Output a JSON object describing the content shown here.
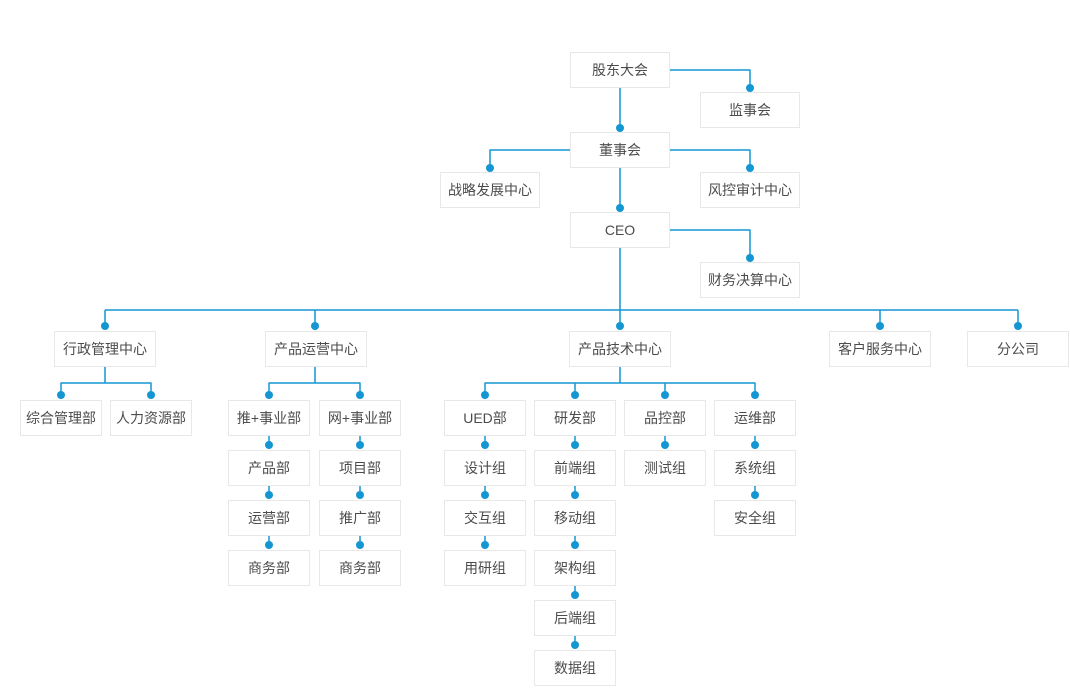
{
  "diagram": {
    "type": "org-chart",
    "accent_color": "#1496d2",
    "box_border_color": "#e8e8e8",
    "text_color": "#4c4c4c",
    "background_color": "#ffffff",
    "nodes": {
      "shareholders_meeting": "股东大会",
      "supervisory_board": "监事会",
      "board_of_directors": "董事会",
      "strategy_center": "战略发展中心",
      "risk_audit_center": "风控审计中心",
      "ceo": "CEO",
      "finance_center": "财务决算中心",
      "admin_center": "行政管理中心",
      "product_ops_center": "产品运营中心",
      "product_tech_center": "产品技术中心",
      "customer_service_center": "客户服务中心",
      "branch_company": "分公司",
      "general_mgmt_dept": "综合管理部",
      "hr_dept": "人力资源部",
      "tui_division": "推+事业部",
      "wang_division": "网+事业部",
      "product_dept": "产品部",
      "operations_dept": "运营部",
      "business_dept_1": "商务部",
      "project_dept": "项目部",
      "promotion_dept": "推广部",
      "business_dept_2": "商务部",
      "ued_dept": "UED部",
      "rd_dept": "研发部",
      "qc_dept": "品控部",
      "devops_dept": "运维部",
      "design_group": "设计组",
      "interaction_group": "交互组",
      "user_research_group": "用研组",
      "frontend_group": "前端组",
      "mobile_group": "移动组",
      "architecture_group": "架构组",
      "backend_group": "后端组",
      "data_group": "数据组",
      "test_group": "测试组",
      "system_group": "系统组",
      "security_group": "安全组"
    },
    "edges": [
      [
        "shareholders_meeting",
        "supervisory_board"
      ],
      [
        "shareholders_meeting",
        "board_of_directors"
      ],
      [
        "board_of_directors",
        "strategy_center"
      ],
      [
        "board_of_directors",
        "risk_audit_center"
      ],
      [
        "board_of_directors",
        "ceo"
      ],
      [
        "ceo",
        "finance_center"
      ],
      [
        "ceo",
        "admin_center"
      ],
      [
        "ceo",
        "product_ops_center"
      ],
      [
        "ceo",
        "product_tech_center"
      ],
      [
        "ceo",
        "customer_service_center"
      ],
      [
        "ceo",
        "branch_company"
      ],
      [
        "admin_center",
        "general_mgmt_dept"
      ],
      [
        "admin_center",
        "hr_dept"
      ],
      [
        "product_ops_center",
        "tui_division"
      ],
      [
        "product_ops_center",
        "wang_division"
      ],
      [
        "tui_division",
        "product_dept"
      ],
      [
        "product_dept",
        "operations_dept"
      ],
      [
        "operations_dept",
        "business_dept_1"
      ],
      [
        "wang_division",
        "project_dept"
      ],
      [
        "project_dept",
        "promotion_dept"
      ],
      [
        "promotion_dept",
        "business_dept_2"
      ],
      [
        "product_tech_center",
        "ued_dept"
      ],
      [
        "product_tech_center",
        "rd_dept"
      ],
      [
        "product_tech_center",
        "qc_dept"
      ],
      [
        "product_tech_center",
        "devops_dept"
      ],
      [
        "ued_dept",
        "design_group"
      ],
      [
        "design_group",
        "interaction_group"
      ],
      [
        "interaction_group",
        "user_research_group"
      ],
      [
        "rd_dept",
        "frontend_group"
      ],
      [
        "frontend_group",
        "mobile_group"
      ],
      [
        "mobile_group",
        "architecture_group"
      ],
      [
        "architecture_group",
        "backend_group"
      ],
      [
        "backend_group",
        "data_group"
      ],
      [
        "qc_dept",
        "test_group"
      ],
      [
        "devops_dept",
        "system_group"
      ],
      [
        "system_group",
        "security_group"
      ]
    ]
  }
}
